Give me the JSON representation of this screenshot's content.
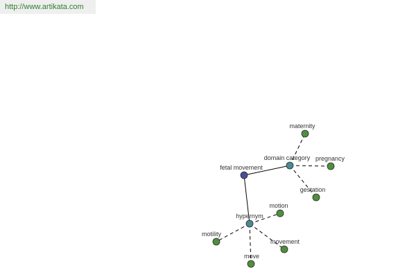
{
  "url": "http://www.artikata.com",
  "colors": {
    "root": "#4a4e9a",
    "relation": "#4a8a94",
    "leaf": "#4f8f3e",
    "edge": "#000000"
  },
  "graph": {
    "root": {
      "id": "fetal-movement",
      "label": "fetal movement"
    },
    "relations": [
      {
        "id": "domain-category",
        "label": "domain category",
        "targets": [
          {
            "id": "maternity",
            "label": "maternity"
          },
          {
            "id": "pregnancy",
            "label": "pregnancy"
          },
          {
            "id": "gestation",
            "label": "gestation"
          }
        ]
      },
      {
        "id": "hypernym",
        "label": "hypernym",
        "targets": [
          {
            "id": "motion",
            "label": "motion"
          },
          {
            "id": "motility",
            "label": "motility"
          },
          {
            "id": "movement",
            "label": "movement"
          },
          {
            "id": "move",
            "label": "move"
          }
        ]
      }
    ]
  }
}
